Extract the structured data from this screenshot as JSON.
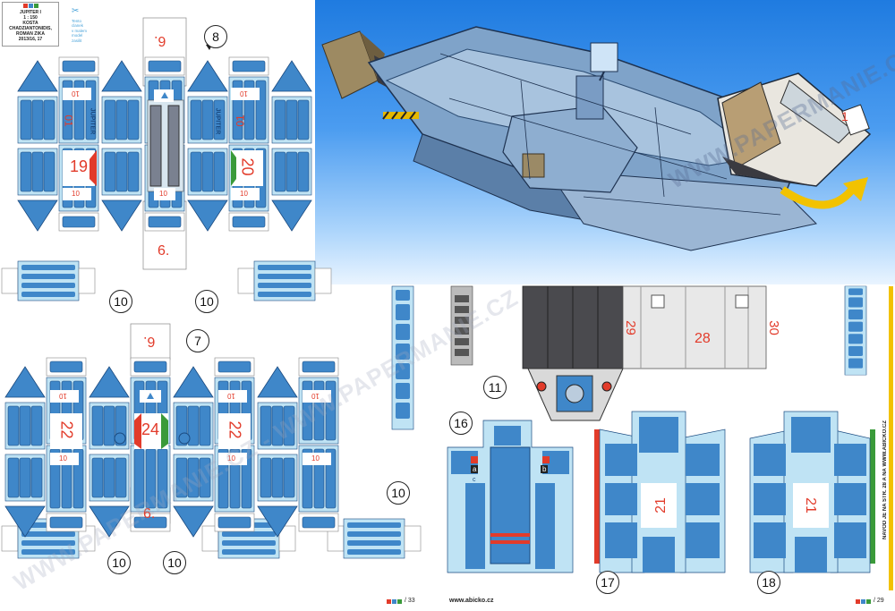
{
  "title_block": {
    "name": "JUPITER I",
    "scale": "1 : 150",
    "authors": "KOSTA CHADZIANTONIDIS, ROMAN ZIKA",
    "issue": "2013/16, 17"
  },
  "tip_text": "Tento\nclanek\nv malem\nmodel\nzasilit",
  "hull_text": "JUPITER",
  "part_numbers": {
    "p19": "19",
    "p20": "20",
    "p21a": "21",
    "p21b": "21",
    "p22a": "22",
    "p22b": "22",
    "p24": "24",
    "p28": "28",
    "p29": "29",
    "p30": "30",
    "p6a": "6.",
    "p6b": "6.",
    "p6c": "6.",
    "p6d": "6.",
    "ten": "10",
    "one": "1",
    "o1": "01"
  },
  "steps": {
    "s7": "7",
    "s8": "8",
    "s10a": "10",
    "s10b": "10",
    "s10c": "10",
    "s10d": "10",
    "s10e": "10",
    "s11": "11",
    "s16": "16",
    "s17": "17",
    "s18": "18"
  },
  "tabs": {
    "a": "a",
    "b": "b",
    "c": "c"
  },
  "watermark": "WWW.PAPERMANIE.CZ - WWW.PAPERMANIE.CZ",
  "photo_watermark": "WWW.PAPERMANIE.CZ",
  "footer": {
    "page_left": "/ 33",
    "website": "www.abicko.cz",
    "page_right": "/ 29",
    "vertical_note": "NAVOD JE NA STR. 28 A NA WWW.ABICKO.CZ"
  },
  "colors": {
    "panel_blue": "#3f87c9",
    "light_blue": "#bfe3f4",
    "red": "#e23b2a",
    "green": "#3a9a3a"
  }
}
